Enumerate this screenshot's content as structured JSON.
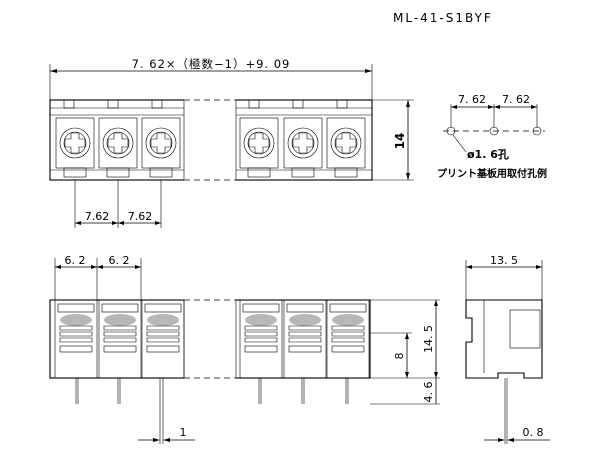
{
  "model_number": "ML-41-S1BYF",
  "top_view": {
    "overall_width_formula": "7. 62×（極数−1）+9. 09",
    "height": "14",
    "pitch_1": "7.62",
    "pitch_2": "7.62"
  },
  "pcb_layout": {
    "pitch_1": "7. 62",
    "pitch_2": "7. 62",
    "hole": "ø1. 6孔",
    "caption": "プリント基板用取付孔例"
  },
  "front_view": {
    "cell_width_1": "6. 2",
    "cell_width_2": "6. 2",
    "pin_width": "1",
    "screw_height": "8",
    "body_height": "14. 5",
    "pin_length": "4. 6"
  },
  "side_view": {
    "depth": "13. 5",
    "pin_thickness": "0. 8"
  }
}
